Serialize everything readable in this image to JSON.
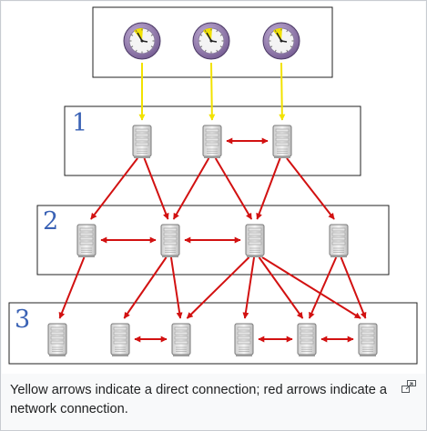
{
  "diagram": {
    "strata_labels": [
      "1",
      "2",
      "3"
    ],
    "colors": {
      "direct_arrow": "#f2e200",
      "network_arrow": "#d21111",
      "stratum_label": "#3a62b5",
      "box_stroke": "#222222"
    },
    "icons": {
      "reference_clock": "clock-icon",
      "server": "server-icon"
    }
  },
  "caption": {
    "text": "Yellow arrows indicate a direct connection; red arrows indicate a network connection."
  },
  "enlarge": {
    "icon": "enlarge-icon"
  }
}
